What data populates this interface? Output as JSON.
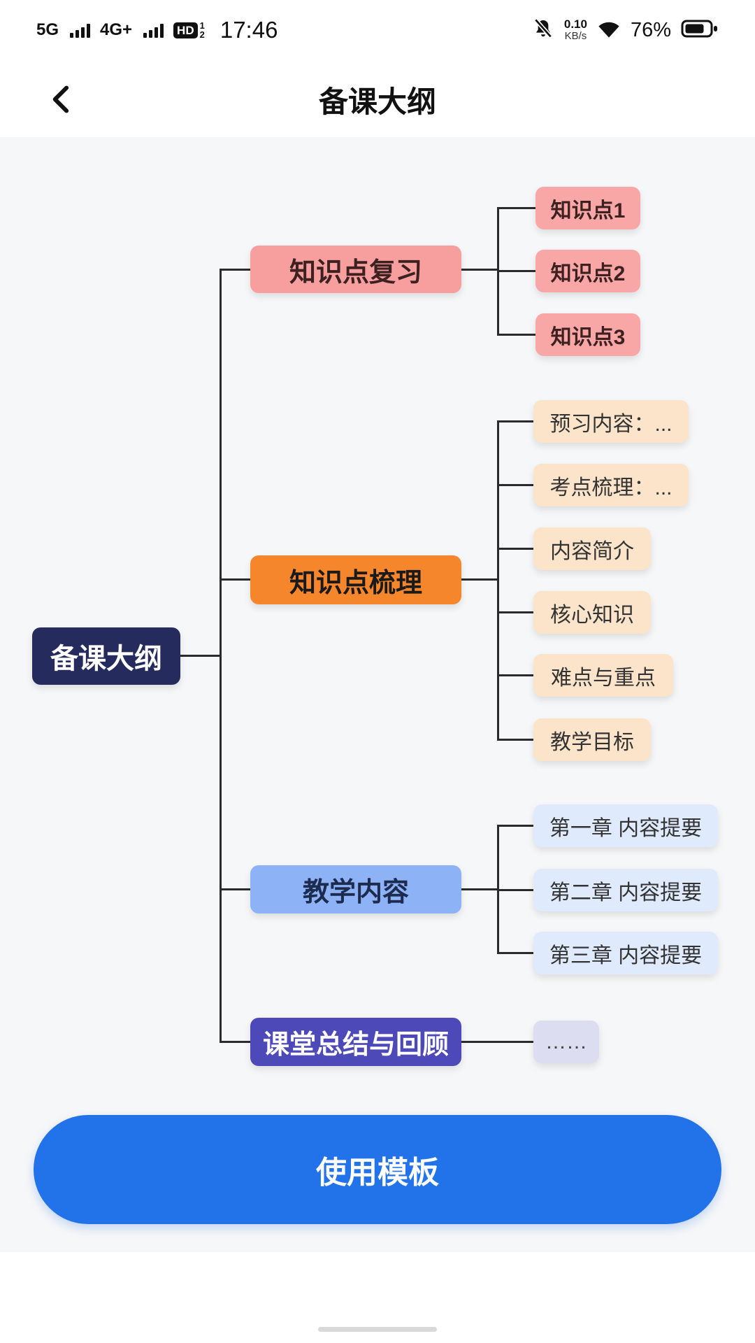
{
  "status_bar": {
    "network_1": "5G",
    "network_2": "4G+",
    "hd_label": "HD",
    "sim_1": "1",
    "sim_2": "2",
    "time": "17:46",
    "net_speed_value": "0.10",
    "net_speed_unit": "KB/s",
    "battery_percent": "76%"
  },
  "header": {
    "title": "备课大纲"
  },
  "mindmap": {
    "root": {
      "label": "备课大纲"
    },
    "branches": [
      {
        "label": "知识点复习",
        "children": [
          "知识点1",
          "知识点2",
          "知识点3"
        ]
      },
      {
        "label": "知识点梳理",
        "children": [
          "预习内容：...",
          "考点梳理：...",
          "内容简介",
          "核心知识",
          "难点与重点",
          "教学目标"
        ]
      },
      {
        "label": "教学内容",
        "children": [
          "第一章 内容提要",
          "第二章 内容提要",
          "第三章 内容提要"
        ]
      },
      {
        "label": "课堂总结与回顾",
        "children": [
          "……"
        ]
      }
    ]
  },
  "footer": {
    "use_template_button": "使用模板"
  },
  "colors": {
    "rootBg": "#262b5e",
    "branch1Bg": "#f79f9f",
    "child1Bg": "#f9a6a6",
    "branch2Bg": "#f6862b",
    "child2Bg": "#fbe4ca",
    "branch3Bg": "#8db3f6",
    "child3Bg": "#e0eafd",
    "branch4Bg": "#4d49b9",
    "child4Bg": "#dcddf1",
    "buttonBg": "#2273e9",
    "lineColor": "#2b2b2b"
  }
}
